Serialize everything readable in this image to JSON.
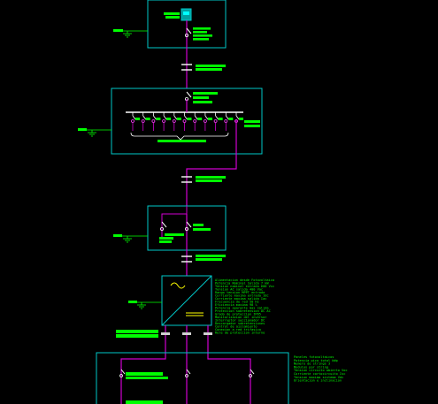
{
  "diagram": {
    "description_free": true,
    "colors": {
      "background": "#000000",
      "box": "#00c8c8",
      "wire": "#d000d0",
      "label": "#00ff00",
      "device": "#ffffff",
      "inverter_symbol": "#ffff00"
    },
    "labels": {
      "inverter_notes": [
        "Alimentacion desde Fotovoltaica",
        "Potencia Nominal Salida 7 kW",
        "Tension nominal entrada 600 Vcc",
        "Tension AC salida 400 Vac",
        "Rango tension MPPT entrada",
        "Corriente maxima entrada Idc",
        "Corriente maxima salida Iac",
        "Frecuencia de red 50 Hz",
        "Eficiencia maxima 98 %",
        "Potencia aparente max salida",
        "Proteccion sobretension DC AC",
        "Grado de proteccion IP65",
        "Monitorizacion del inversor",
        "Interruptor seccionador DC",
        "Descargador sobretensiones",
        "Control de aislamiento",
        "Conexion a red trifasica",
        "Rele de proteccion interno"
      ],
      "right_notes": [
        "Paneles fotovoltaicos",
        "Potencia pico total kWp",
        "Numero de strings 3",
        "Modulos por string",
        "Tension circuito abierto Voc",
        "Corriente cortocircuito Isc",
        "Tension maxima sistema Vdc",
        "Orientacion e inclinacion"
      ]
    }
  }
}
